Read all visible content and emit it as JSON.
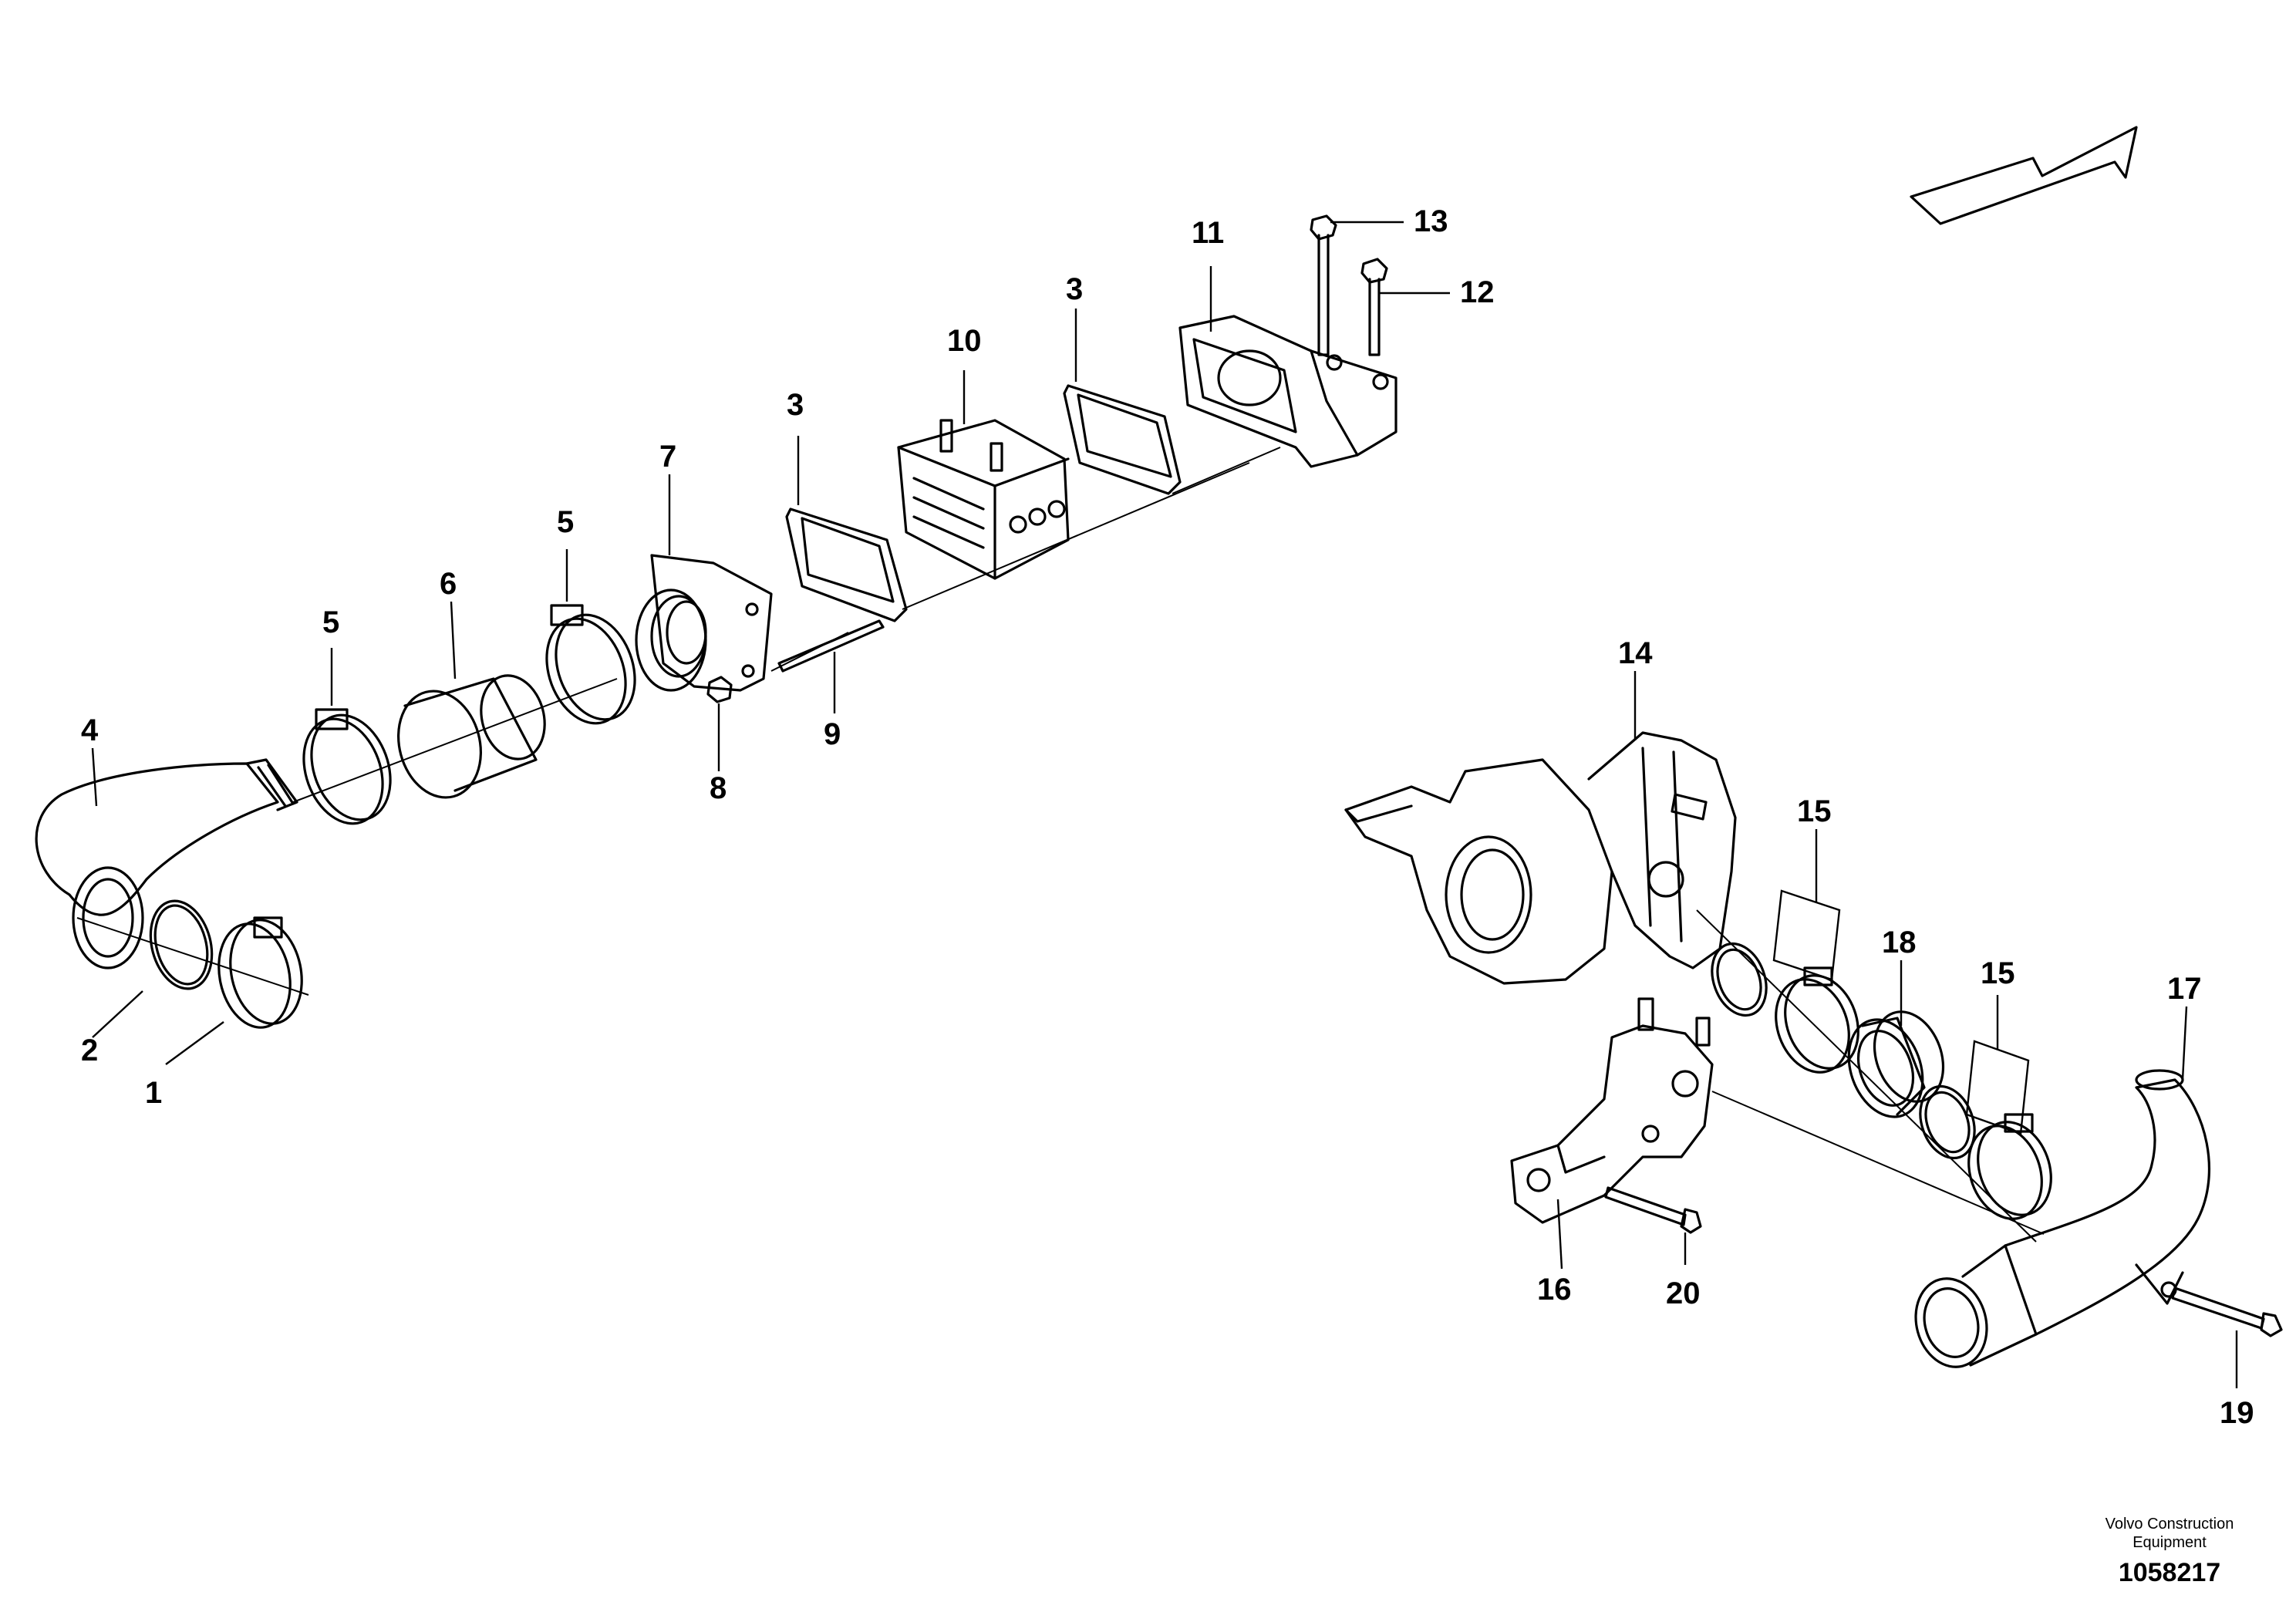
{
  "callouts": {
    "c1": "1",
    "c2": "2",
    "c3a": "3",
    "c3b": "3",
    "c4": "4",
    "c5a": "5",
    "c5b": "5",
    "c6": "6",
    "c7": "7",
    "c8": "8",
    "c9": "9",
    "c10": "10",
    "c11": "11",
    "c12": "12",
    "c13": "13",
    "c14": "14",
    "c15a": "15",
    "c15b": "15",
    "c16": "16",
    "c17": "17",
    "c18": "18",
    "c19": "19",
    "c20": "20"
  },
  "footer": {
    "company_line1": "Volvo Construction",
    "company_line2": "Equipment",
    "drawing_number": "1058217"
  },
  "icons": {
    "direction": "direction-arrow-icon",
    "logo_on_part": "turbo-brand-mark-icon"
  }
}
